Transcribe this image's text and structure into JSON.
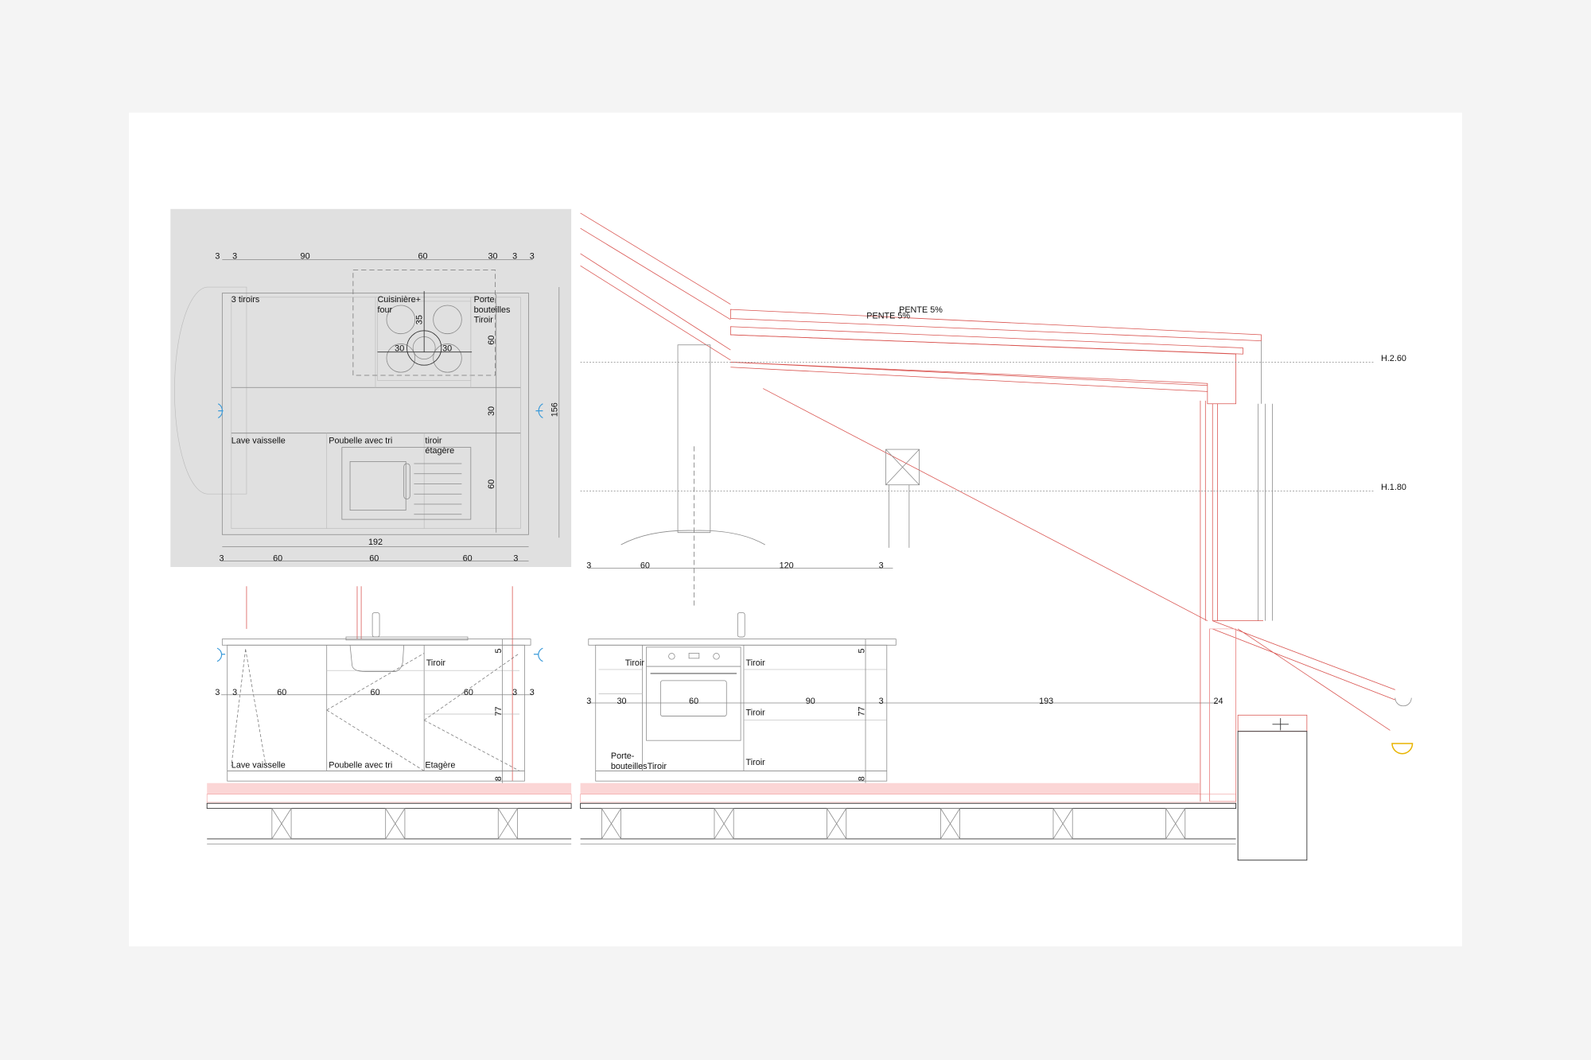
{
  "colors": {
    "background": "#f4f4f4",
    "sheet": "#ffffff",
    "plan_background": "#e0e0e0",
    "section_lines": "#d9534f",
    "floor_band": "#fbd6d6",
    "door_swing": "#3a9ad9",
    "gutter": "#e8b400"
  },
  "plan": {
    "top_dims": [
      "3",
      "3",
      "90",
      "60",
      "30",
      "3",
      "3"
    ],
    "bottom_total": "192",
    "bottom_dims": [
      "3",
      "60",
      "60",
      "60",
      "3"
    ],
    "right_dims": [
      "60",
      "30",
      "60"
    ],
    "depth_total": "156",
    "labels": {
      "drawers": "3 tiroirs",
      "cooker1": "Cuisinière+",
      "cooker2": "four",
      "bottle1": "Porte",
      "bottle2": "bouteilles",
      "bottle3": "Tiroir",
      "dishwasher": "Lave vaisselle",
      "bin": "Poubelle avec tri",
      "drawer1": "tiroir",
      "drawer2": "étagère"
    },
    "hob_dims": {
      "depth": "35",
      "left": "30",
      "right": "30"
    }
  },
  "elevation_left": {
    "dims": [
      "3",
      "3",
      "60",
      "60",
      "60",
      "3",
      "3"
    ],
    "heights": [
      "5",
      "77",
      "8"
    ],
    "labels": {
      "drawer": "Tiroir",
      "dishwasher": "Lave vaisselle",
      "bin": "Poubelle avec tri",
      "shelf": "Etagère"
    }
  },
  "elevation_right": {
    "dims": [
      "3",
      "30",
      "60",
      "90",
      "3",
      "193",
      "24"
    ],
    "heights": [
      "5",
      "77",
      "8"
    ],
    "labels": {
      "drawer_a": "Tiroir",
      "drawer_b": "Tiroir",
      "drawer_c": "Tiroir",
      "drawer_d": "Tiroir",
      "bottle1": "Porte-",
      "bottle2": "bouteilles",
      "drawer_e": "Tiroir"
    }
  },
  "section": {
    "slope_a": "PENTE 5%",
    "slope_b": "PENTE 5%",
    "level_high": "H.2.60",
    "level_low": "H.1.80",
    "hood_dims": [
      "3",
      "60",
      "120",
      "3"
    ]
  }
}
